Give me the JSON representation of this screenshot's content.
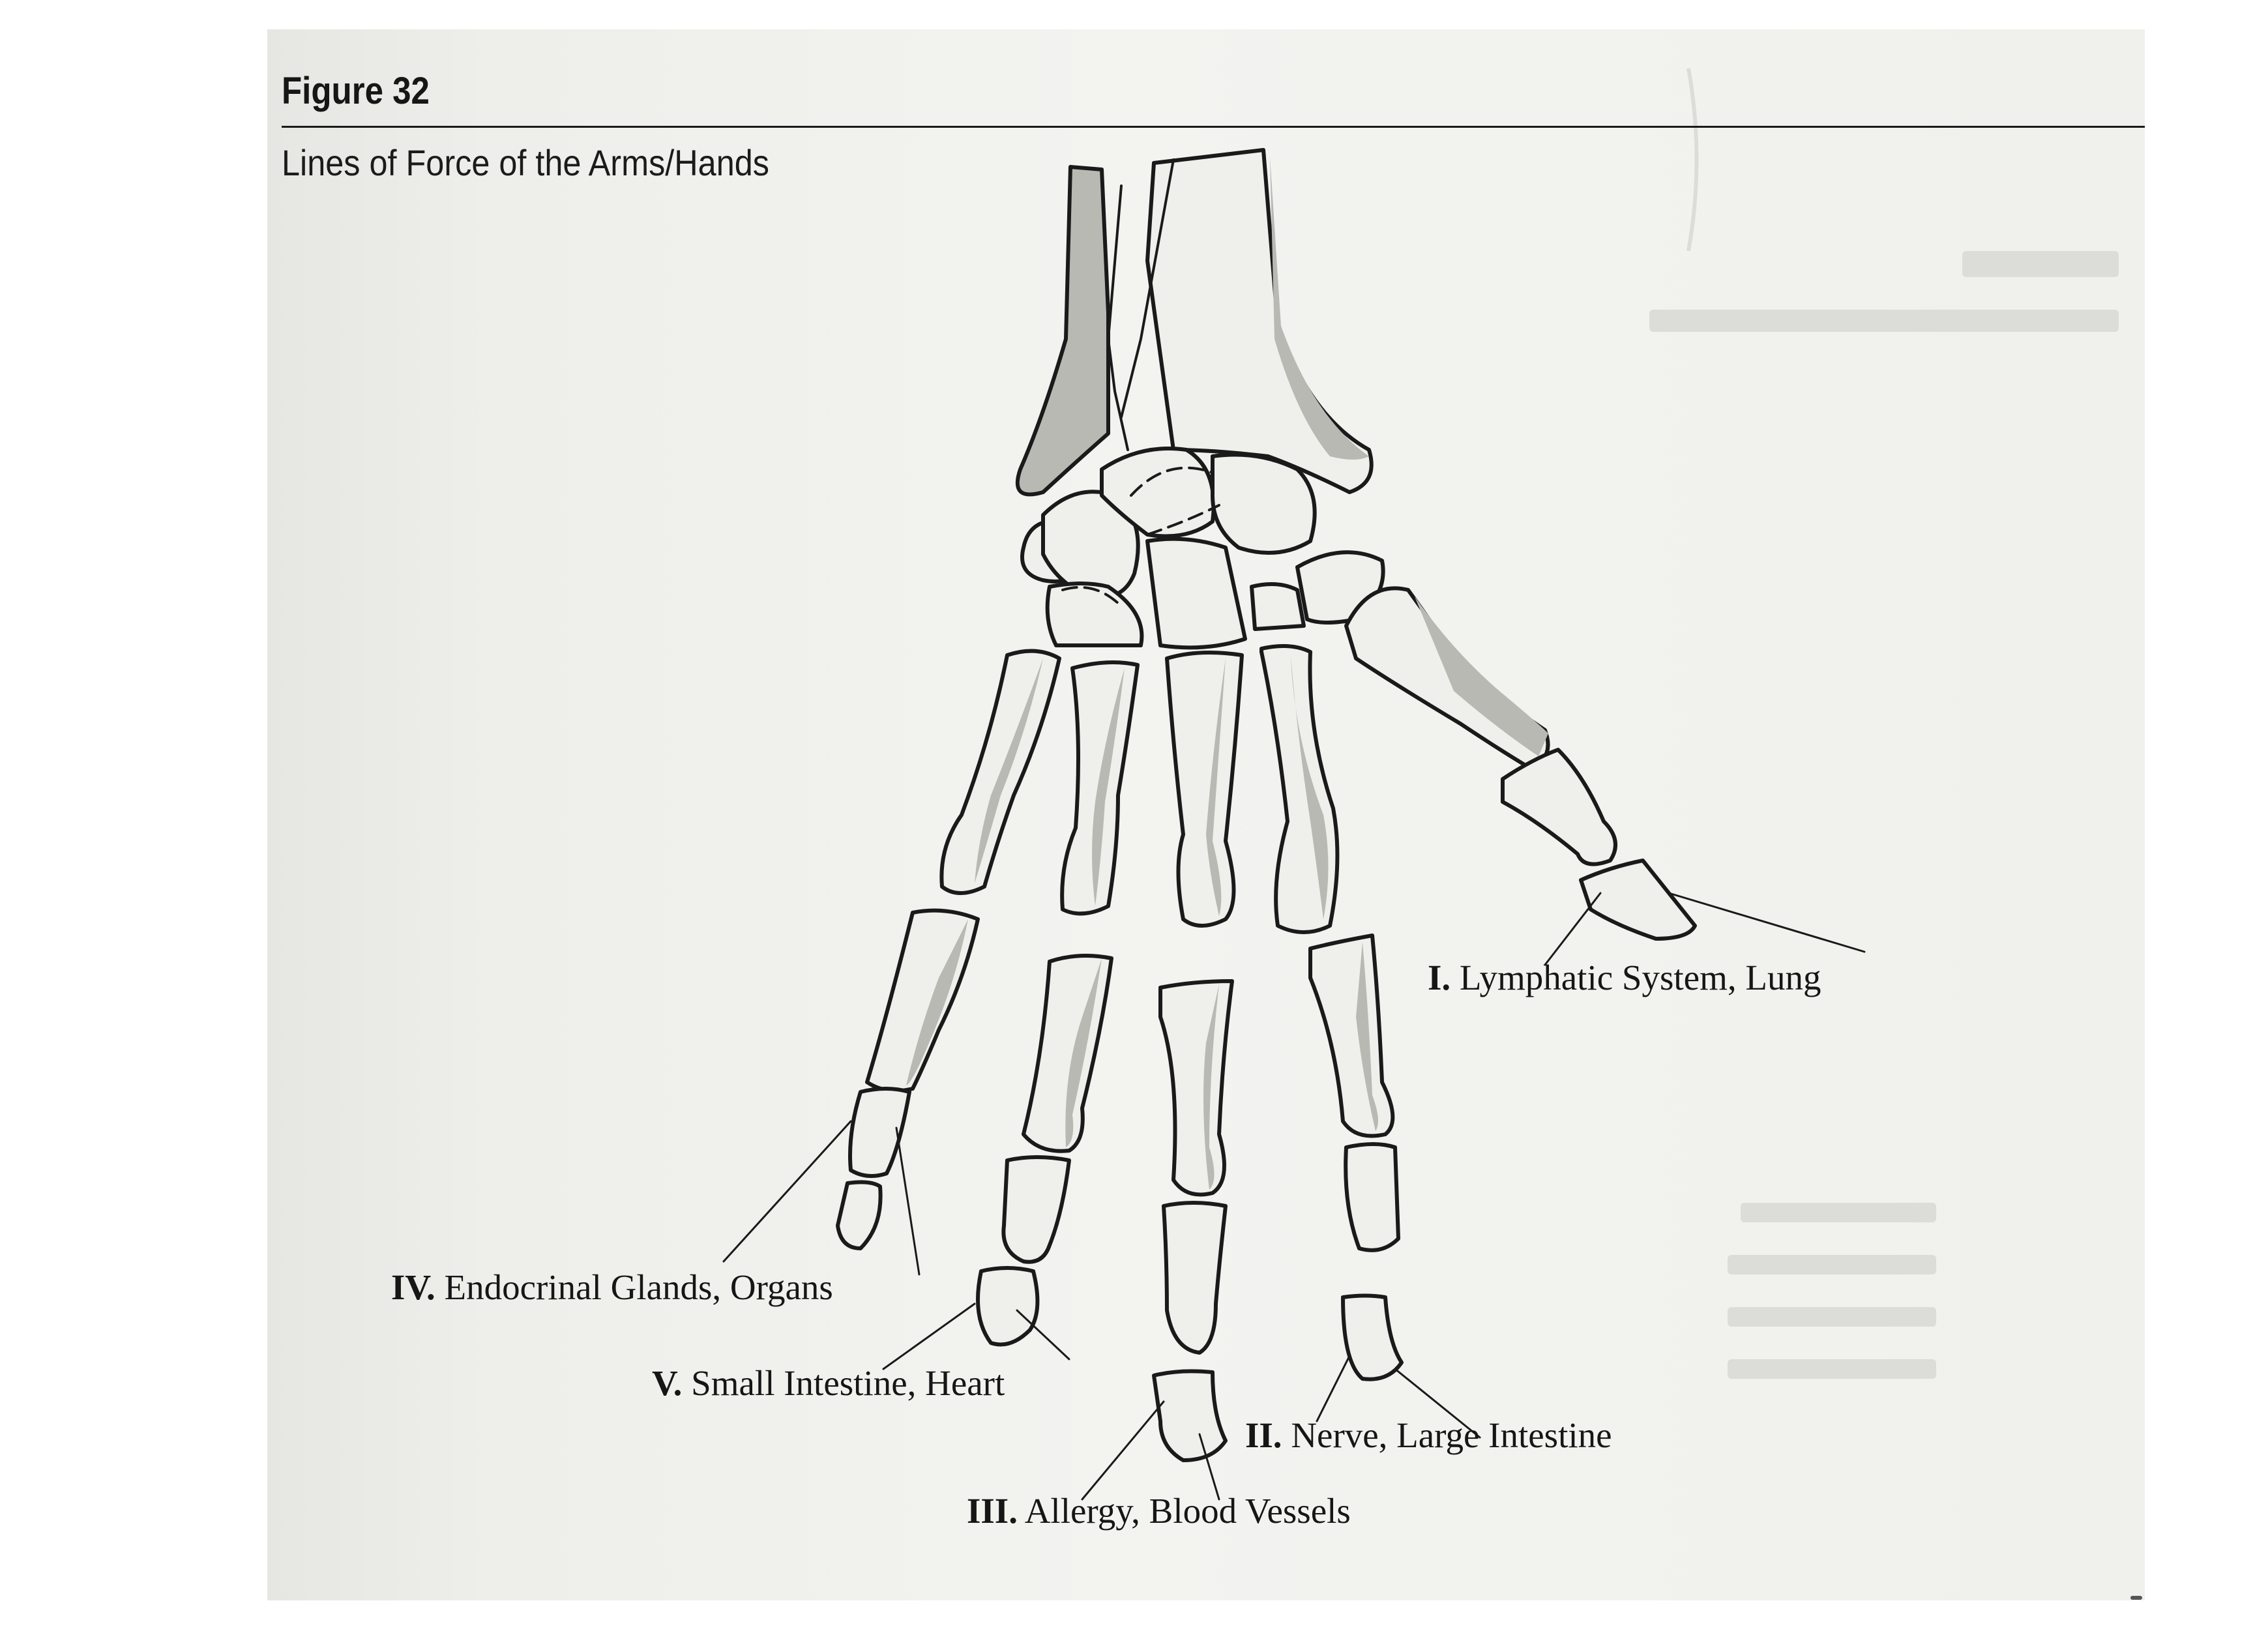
{
  "figure": {
    "number": "Figure 32",
    "subtitle": "Lines of Force of the Arms/Hands"
  },
  "labels": [
    {
      "id": "I",
      "numeral": "I.",
      "text": "Lymphatic System, Lung"
    },
    {
      "id": "II",
      "numeral": "II.",
      "text": "Nerve, Large Intestine"
    },
    {
      "id": "III",
      "numeral": "III.",
      "text": "Allergy, Blood Vessels"
    },
    {
      "id": "IV",
      "numeral": "IV.",
      "text": "Endocrinal Glands, Organs"
    },
    {
      "id": "V",
      "numeral": "V.",
      "text": "Small Intestine, Heart"
    }
  ],
  "colors": {
    "ink": "#1a1a1a",
    "bone_shade": "#b9b9b4",
    "paper": "#f1f1ed"
  }
}
